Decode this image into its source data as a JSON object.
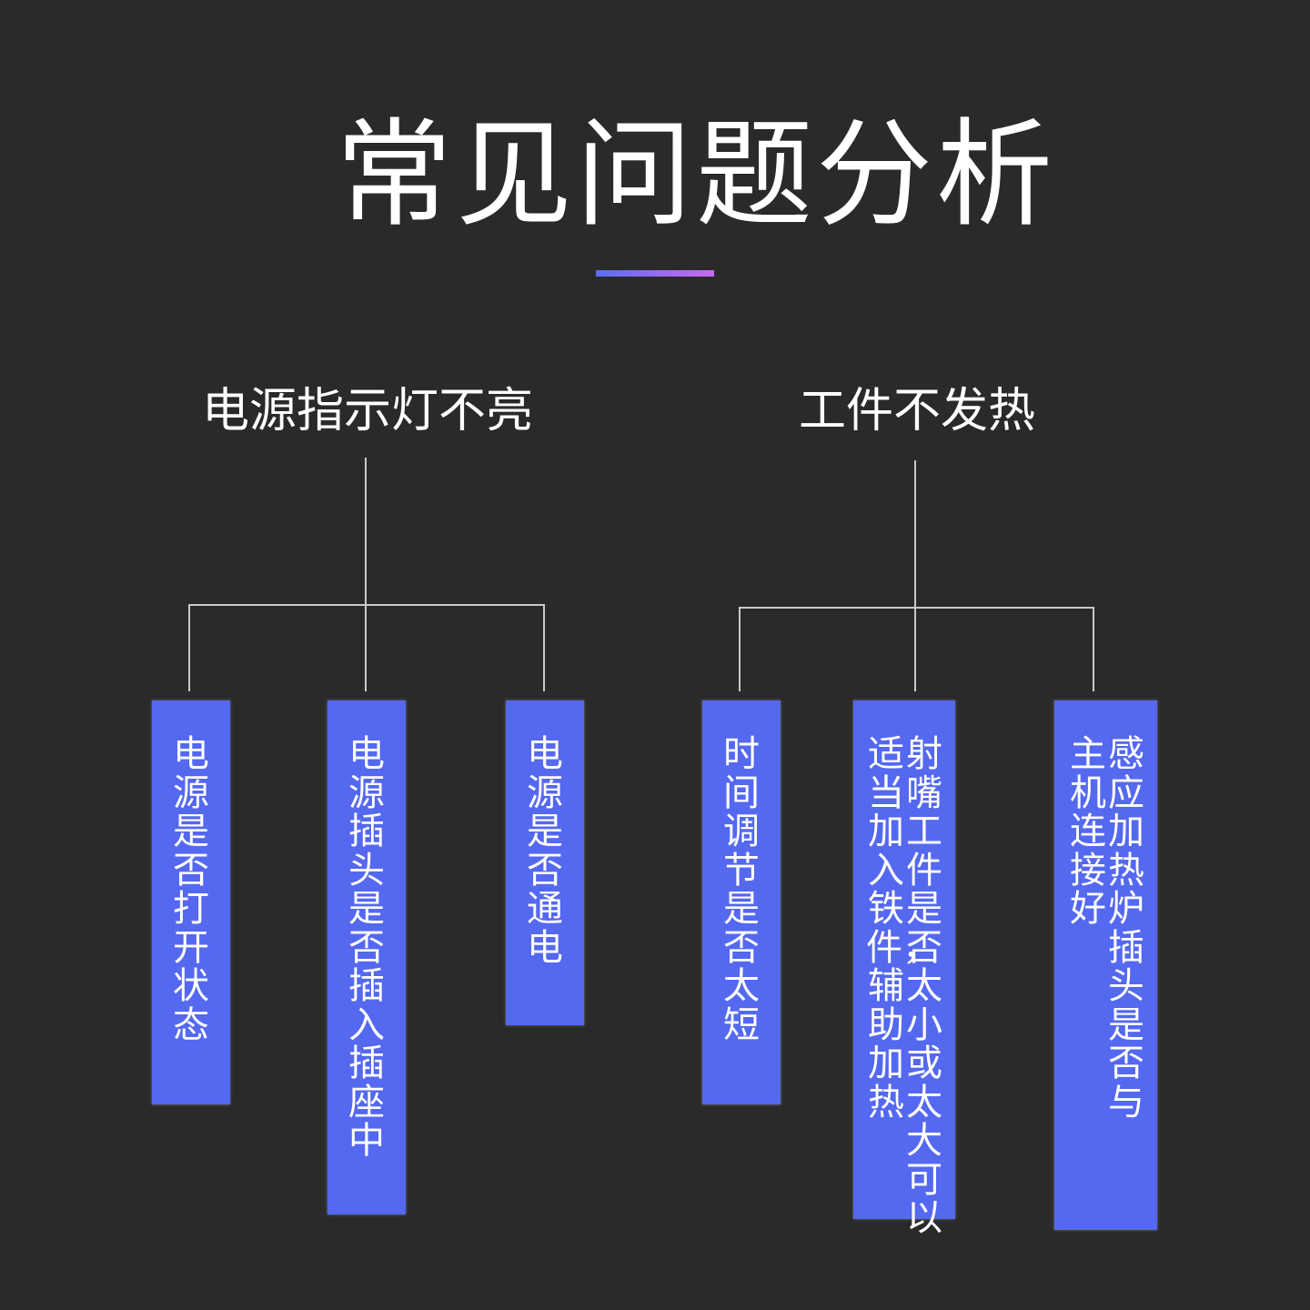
{
  "title": "常见问题分析",
  "colors": {
    "background": "#2a2a2b",
    "box": "#5468f0",
    "accent_start": "#5a6ef5",
    "accent_end": "#c86af0",
    "line": "#c9c9c9"
  },
  "groups": [
    {
      "label": "电源指示灯不亮",
      "items": [
        {
          "columns": [
            "电源是否打开状态"
          ]
        },
        {
          "columns": [
            "电源插头是否插入插座中"
          ]
        },
        {
          "columns": [
            "电源是否通电"
          ]
        }
      ]
    },
    {
      "label": "工件不发热",
      "items": [
        {
          "columns": [
            "时间调节是否太短"
          ]
        },
        {
          "columns": [
            "射嘴工件是否太小或太大可以",
            "适当加入铁件，辅助加热"
          ]
        },
        {
          "columns": [
            "感应加热炉插头是否与",
            "主机连接好"
          ]
        }
      ]
    }
  ]
}
